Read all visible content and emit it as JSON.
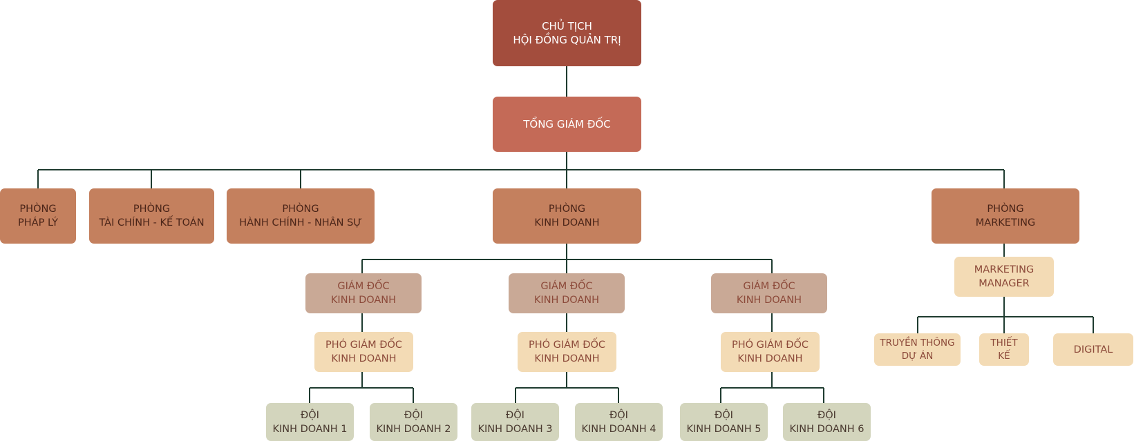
{
  "colors": {
    "connector": "#1e3b2f",
    "chairman": "#a34d3d",
    "ceo": "#c46a57",
    "department": "#c4805e",
    "director": "#c9a996",
    "deputy": "#f3dbb5",
    "team": "#d3d5bd"
  },
  "nodes": {
    "chairman": {
      "line1": "CHỦ TỊCH",
      "line2": "HỘI ĐỒNG QUẢN TRỊ"
    },
    "ceo": {
      "line1": "TỔNG GIÁM ĐỐC"
    },
    "legal": {
      "line1": "PHÒNG",
      "line2": "PHÁP LÝ"
    },
    "finance": {
      "line1": "PHÒNG",
      "line2": "TÀI CHÍNH - KẾ TOÁN"
    },
    "admin": {
      "line1": "PHÒNG",
      "line2": "HÀNH CHÍNH - NHÂN SỰ"
    },
    "sales": {
      "line1": "PHÒNG",
      "line2": "KINH DOANH"
    },
    "marketing": {
      "line1": "PHÒNG",
      "line2": "MARKETING"
    },
    "director1": {
      "line1": "GIÁM ĐỐC",
      "line2": "KINH DOANH"
    },
    "director2": {
      "line1": "GIÁM ĐỐC",
      "line2": "KINH DOANH"
    },
    "director3": {
      "line1": "GIÁM ĐỐC",
      "line2": "KINH DOANH"
    },
    "deputy1": {
      "line1": "PHÓ GIÁM ĐỐC",
      "line2": "KINH DOANH"
    },
    "deputy2": {
      "line1": "PHÓ GIÁM ĐỐC",
      "line2": "KINH DOANH"
    },
    "deputy3": {
      "line1": "PHÓ GIÁM ĐỐC",
      "line2": "KINH DOANH"
    },
    "team1": {
      "line1": "ĐỘI",
      "line2": "KINH DOANH 1"
    },
    "team2": {
      "line1": "ĐỘI",
      "line2": "KINH DOANH 2"
    },
    "team3": {
      "line1": "ĐỘI",
      "line2": "KINH DOANH 3"
    },
    "team4": {
      "line1": "ĐỘI",
      "line2": "KINH DOANH 4"
    },
    "team5": {
      "line1": "ĐỘI",
      "line2": "KINH DOANH 5"
    },
    "team6": {
      "line1": "ĐỘI",
      "line2": "KINH DOANH 6"
    },
    "mkt_manager": {
      "line1": "MARKETING",
      "line2": "MANAGER"
    },
    "mkt_pr": {
      "line1": "TRUYỀN THÔNG",
      "line2": "DỰ ÁN"
    },
    "mkt_design": {
      "line1": "THIẾT",
      "line2": "KẾ"
    },
    "mkt_digital": {
      "line1": "DIGITAL"
    }
  }
}
